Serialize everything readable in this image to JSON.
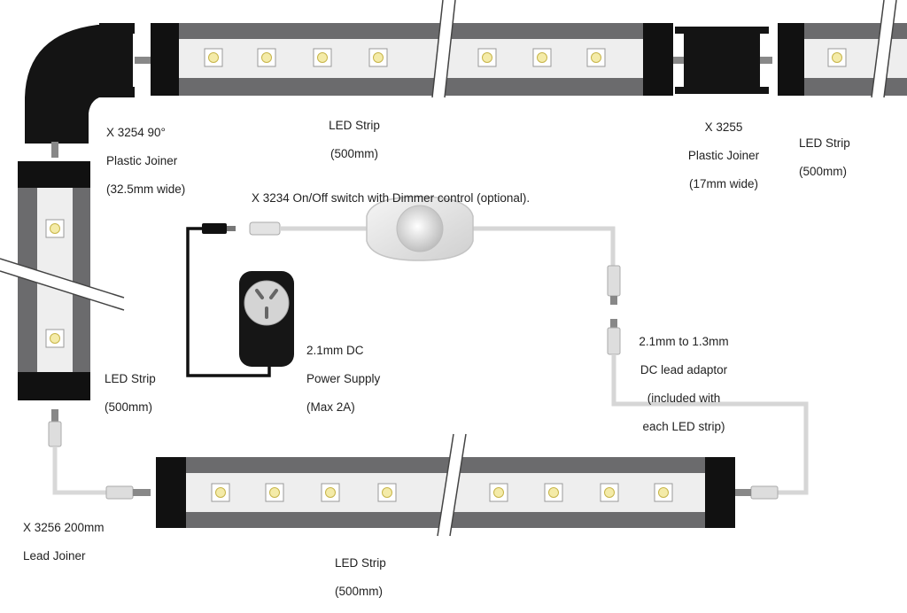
{
  "labels": {
    "joiner_90": [
      "X 3254 90°",
      "Plastic Joiner",
      "(32.5mm wide)"
    ],
    "strip_top": [
      "LED Strip",
      "(500mm)"
    ],
    "joiner_17": [
      "X 3255",
      "Plastic Joiner",
      "(17mm wide)"
    ],
    "strip_top_right": [
      "LED Strip",
      "(500mm)"
    ],
    "switch": "X 3234 On/Off switch with Dimmer control (optional).",
    "power_supply": [
      "2.1mm DC",
      "Power Supply",
      "(Max 2A)"
    ],
    "adaptor": [
      "2.1mm to 1.3mm",
      "DC lead adaptor",
      "(included with",
      "each LED strip)"
    ],
    "strip_left": [
      "LED Strip",
      "(500mm)"
    ],
    "lead_joiner": [
      "X 3256 200mm",
      "Lead Joiner"
    ],
    "strip_bottom": [
      "LED Strip",
      "(500mm)"
    ]
  },
  "colors": {
    "housing": "#6b6b6d",
    "diffuser": "#eeeeee",
    "endcap": "#111111",
    "led": "#f3e9a8",
    "cable": "#dcdcdc"
  }
}
